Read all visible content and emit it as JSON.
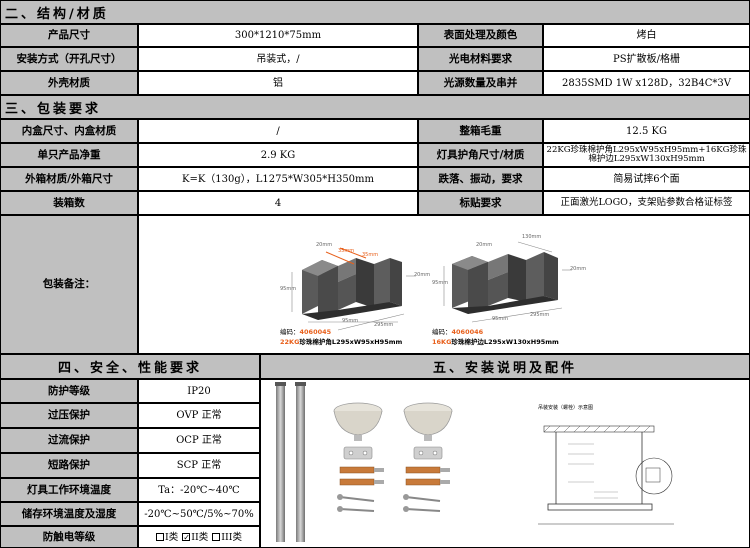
{
  "sections": {
    "structure": "二、结构/材质",
    "packaging": "三、包装要求",
    "safety": "四、安全、性能要求",
    "install": "五、安装说明及配件"
  },
  "structure": {
    "size_label": "产品尺寸",
    "size_value": "300*1210*75mm",
    "surface_label": "表面处理及颜色",
    "surface_value": "烤白",
    "mount_label": "安装方式（开孔尺寸）",
    "mount_value": "吊装式，/",
    "optical_label": "光电材料要求",
    "optical_value": "PS扩散板/格栅",
    "housing_label": "外壳材质",
    "housing_value": "铝",
    "led_label": "光源数量及串并",
    "led_value": "2835SMD 1W x128D，32B4C*3V"
  },
  "packaging": {
    "inner_label": "内盒尺寸、内盒材质",
    "inner_value": "/",
    "gross_label": "整箱毛重",
    "gross_value": "12.5 KG",
    "net_label": "单只产品净重",
    "net_value": "2.9 KG",
    "corner_label": "灯具护角尺寸/材质",
    "corner_value": "22KG珍珠棉护角L295xW95xH95mm+16KG珍珠棉护边L295xW130xH95mm",
    "outer_label": "外箱材质/外箱尺寸",
    "outer_value": "K=K（130g），L1275*W305*H350mm",
    "drop_label": "跌落、振动，要求",
    "drop_value": "简易试摔6个面",
    "count_label": "装箱数",
    "count_value": "4",
    "mark_label": "标贴要求",
    "mark_value": "正面激光LOGO，支架贴参数合格证标签",
    "note_label": "包装备注：",
    "photo_left": {
      "dims": [
        "20mm",
        "35mm",
        "35mm",
        "95mm",
        "95mm",
        "295mm",
        "20mm"
      ],
      "code_label": "编码：",
      "code": "4060045",
      "caption_hl": "22KG",
      "caption": "珍珠棉护角L295xW95xH95mm"
    },
    "photo_right": {
      "dims": [
        "20mm",
        "130mm",
        "95mm",
        "95mm",
        "20mm",
        "295mm"
      ],
      "code_label": "编码：",
      "code": "4060046",
      "caption_hl": "16KG",
      "caption": "珍珠棉护边L295xW130xH95mm"
    }
  },
  "safety": {
    "ip_label": "防护等级",
    "ip_value": "IP20",
    "ovp_label": "过压保护",
    "ovp_value": "OVP 正常",
    "ocp_label": "过流保护",
    "ocp_value": "OCP 正常",
    "scp_label": "短路保护",
    "scp_value": "SCP 正常",
    "temp_label": "灯具工作环境温度",
    "temp_value": "Ta：-20℃~40℃",
    "storage_label": "储存环境温度及湿度",
    "storage_value": "-20℃~50℃/5%~70%",
    "shock_label": "防触电等级",
    "class1": "I类",
    "class2": "II类",
    "class3": "III类",
    "class_selected": "II类"
  },
  "install_diagram": {
    "title": "吊装安装（螺栓）示意图"
  },
  "colors": {
    "header_gray": "#c0c0c0",
    "highlight_orange": "#e8601c",
    "foam_gray": "#4a4a4a"
  }
}
